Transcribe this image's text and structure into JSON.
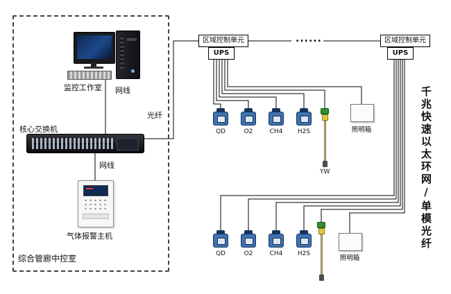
{
  "diagram": {
    "room": {
      "label": "综合管廊中控室",
      "workstation_label": "监控工作室",
      "net_cable_top": "网线",
      "switch_label": "核心交换机",
      "net_cable_bottom": "网线",
      "alarm_host_label": "气体报警主机"
    },
    "fiber_label": "光纤",
    "ellipsis": "......",
    "right_text": "千兆快速以太环网/单模光纤",
    "area_units": [
      {
        "label": "区域控制单元",
        "ups_label": "UPS"
      },
      {
        "label": "区域控制单元",
        "ups_label": "UPS"
      }
    ],
    "groups": [
      {
        "sensors": [
          "QD",
          "O2",
          "CH4",
          "H2S"
        ],
        "level_label": "YW",
        "light_label": "照明箱"
      },
      {
        "sensors": [
          "QD",
          "O2",
          "CH4",
          "H2S"
        ],
        "level_label": "",
        "light_label": "照明箱"
      }
    ],
    "colors": {
      "detector_body": "#3f72b0",
      "level_cap": "#2f8f2f",
      "line": "#000000"
    }
  }
}
